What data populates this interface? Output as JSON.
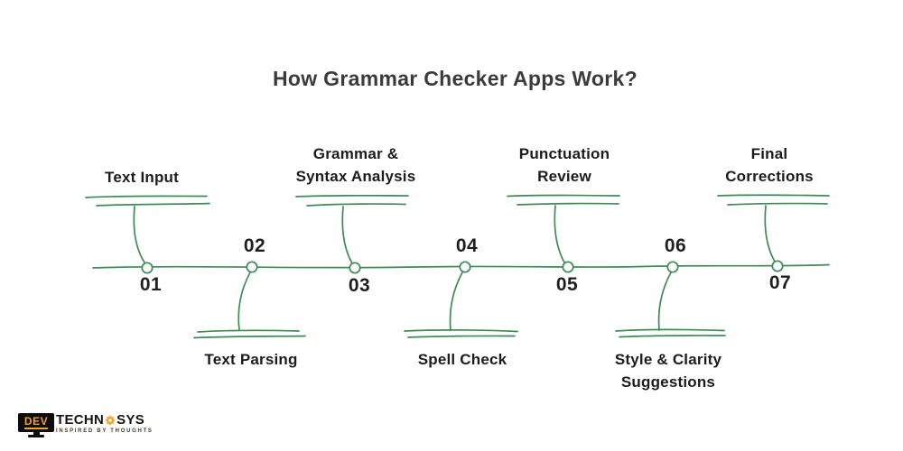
{
  "title": "How Grammar Checker Apps Work?",
  "colors": {
    "line_green": "#3e8b56",
    "title_text": "#3b3b3b",
    "label_text": "#1c1c1c",
    "logo_orange": "#f5a21c",
    "logo_black": "#0d0d0d"
  },
  "steps": [
    {
      "number": "01",
      "label": "Text Input",
      "position": "above"
    },
    {
      "number": "02",
      "label": "Text Parsing",
      "position": "below"
    },
    {
      "number": "03",
      "label": "Grammar &\nSyntax Analysis",
      "position": "above"
    },
    {
      "number": "04",
      "label": "Spell Check",
      "position": "below"
    },
    {
      "number": "05",
      "label": "Punctuation\nReview",
      "position": "above"
    },
    {
      "number": "06",
      "label": "Style & Clarity\nSuggestions",
      "position": "below"
    },
    {
      "number": "07",
      "label": "Final\nCorrections",
      "position": "above"
    }
  ],
  "logo": {
    "dev": "DEV",
    "techn": "TECHN",
    "sys": "SYS",
    "tagline": "INSPIRED BY THOUGHTS"
  }
}
